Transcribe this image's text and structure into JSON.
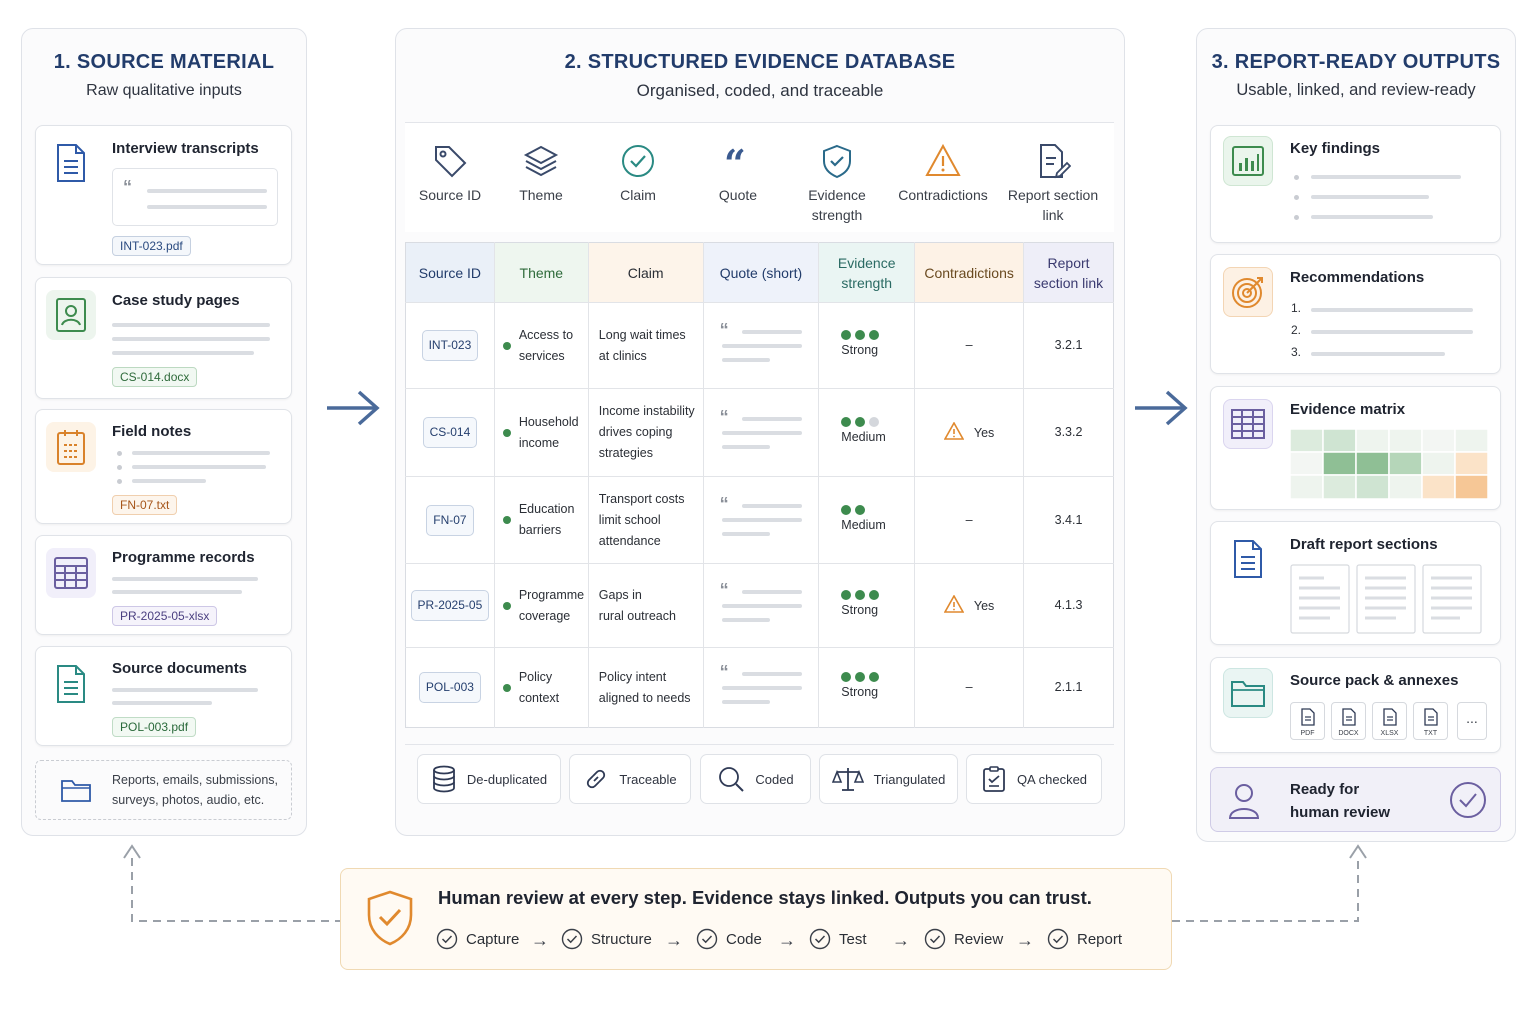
{
  "source_panel": {
    "title": "1. SOURCE MATERIAL",
    "subtitle": "Raw qualitative inputs",
    "cards": [
      {
        "title": "Interview transcripts",
        "file": "INT-023.pdf",
        "icon": "document-icon"
      },
      {
        "title": "Case study pages",
        "file": "CS-014.docx",
        "icon": "profile-page-icon"
      },
      {
        "title": "Field notes",
        "file": "FN-07.txt",
        "icon": "clipboard-icon"
      },
      {
        "title": "Programme records",
        "file": "PR-2025-05-xlsx",
        "icon": "spreadsheet-icon"
      },
      {
        "title": "Source documents",
        "file": "POL-003.pdf",
        "icon": "file-text-icon"
      }
    ],
    "other_line1": "Reports, emails, submissions,",
    "other_line2": "surveys, photos, audio, etc."
  },
  "database_panel": {
    "title": "2. STRUCTURED EVIDENCE DATABASE",
    "subtitle": "Organised, coded, and traceable",
    "fields": [
      {
        "label1": "Source ID",
        "label2": "",
        "icon": "tag-icon"
      },
      {
        "label1": "Theme",
        "label2": "",
        "icon": "layers-icon"
      },
      {
        "label1": "Claim",
        "label2": "",
        "icon": "check-circle-icon"
      },
      {
        "label1": "Quote",
        "label2": "",
        "icon": "quote-icon"
      },
      {
        "label1": "Evidence",
        "label2": "strength",
        "icon": "shield-check-icon"
      },
      {
        "label1": "Contradictions",
        "label2": "",
        "icon": "warning-icon"
      },
      {
        "label1": "Report section",
        "label2": "link",
        "icon": "document-edit-icon"
      }
    ],
    "table": {
      "headers": [
        {
          "l1": "Source ID",
          "l2": ""
        },
        {
          "l1": "Theme",
          "l2": ""
        },
        {
          "l1": "Claim",
          "l2": ""
        },
        {
          "l1": "Quote (short)",
          "l2": ""
        },
        {
          "l1": "Evidence",
          "l2": "strength"
        },
        {
          "l1": "Contradictions",
          "l2": ""
        },
        {
          "l1": "Report",
          "l2": "section link"
        }
      ],
      "rows": [
        {
          "id": "INT-023",
          "theme1": "Access to",
          "theme2": "services",
          "claim1": "Long wait times",
          "claim2": "at clinics",
          "claim3": "",
          "strength": "Strong",
          "dots": 3,
          "contra": "–",
          "section": "3.2.1"
        },
        {
          "id": "CS-014",
          "theme1": "Household",
          "theme2": "income",
          "claim1": "Income instability",
          "claim2": "drives coping",
          "claim3": "strategies",
          "strength": "Medium",
          "dots": 2,
          "contra": "Yes",
          "section": "3.3.2"
        },
        {
          "id": "FN-07",
          "theme1": "Education",
          "theme2": "barriers",
          "claim1": "Transport costs",
          "claim2": "limit school",
          "claim3": "attendance",
          "strength": "Medium",
          "dots": 2,
          "contra": "–",
          "section": "3.4.1"
        },
        {
          "id": "PR-2025-05",
          "theme1": "Programme",
          "theme2": "coverage",
          "claim1": "Gaps in",
          "claim2": "rural outreach",
          "claim3": "",
          "strength": "Strong",
          "dots": 3,
          "contra": "Yes",
          "section": "4.1.3"
        },
        {
          "id": "POL-003",
          "theme1": "Policy",
          "theme2": "context",
          "claim1": "Policy intent",
          "claim2": "aligned to needs",
          "claim3": "",
          "strength": "Strong",
          "dots": 3,
          "contra": "–",
          "section": "2.1.1"
        }
      ]
    },
    "features": [
      {
        "label": "De-duplicated",
        "icon": "database-icon"
      },
      {
        "label": "Traceable",
        "icon": "link-icon"
      },
      {
        "label": "Coded",
        "icon": "search-icon"
      },
      {
        "label": "Triangulated",
        "icon": "scale-icon"
      },
      {
        "label": "QA checked",
        "icon": "clipboard-check-icon"
      }
    ]
  },
  "outputs_panel": {
    "title": "3. REPORT-READY OUTPUTS",
    "subtitle": "Usable, linked, and review-ready",
    "cards": [
      {
        "title": "Key findings",
        "icon": "bar-chart-icon"
      },
      {
        "title": "Recommendations",
        "icon": "target-icon",
        "items": [
          "1.",
          "2.",
          "3."
        ]
      },
      {
        "title": "Evidence matrix",
        "icon": "grid-icon"
      },
      {
        "title": "Draft report sections",
        "icon": "document-icon"
      },
      {
        "title": "Source pack & annexes",
        "icon": "folder-icon",
        "files": [
          "PDF",
          "DOCX",
          "XLSX",
          "TXT"
        ],
        "more": "..."
      }
    ],
    "review_line1": "Ready for",
    "review_line2": "human review"
  },
  "banner": {
    "headline": "Human review at every step. Evidence stays linked. Outputs you can trust.",
    "steps": [
      "Capture",
      "Structure",
      "Code",
      "Test",
      "Review",
      "Report"
    ]
  },
  "colors": {
    "navy": "#223c6b",
    "green": "#3d8b4e",
    "orange": "#e0892e",
    "purple": "#6b5fa0"
  }
}
